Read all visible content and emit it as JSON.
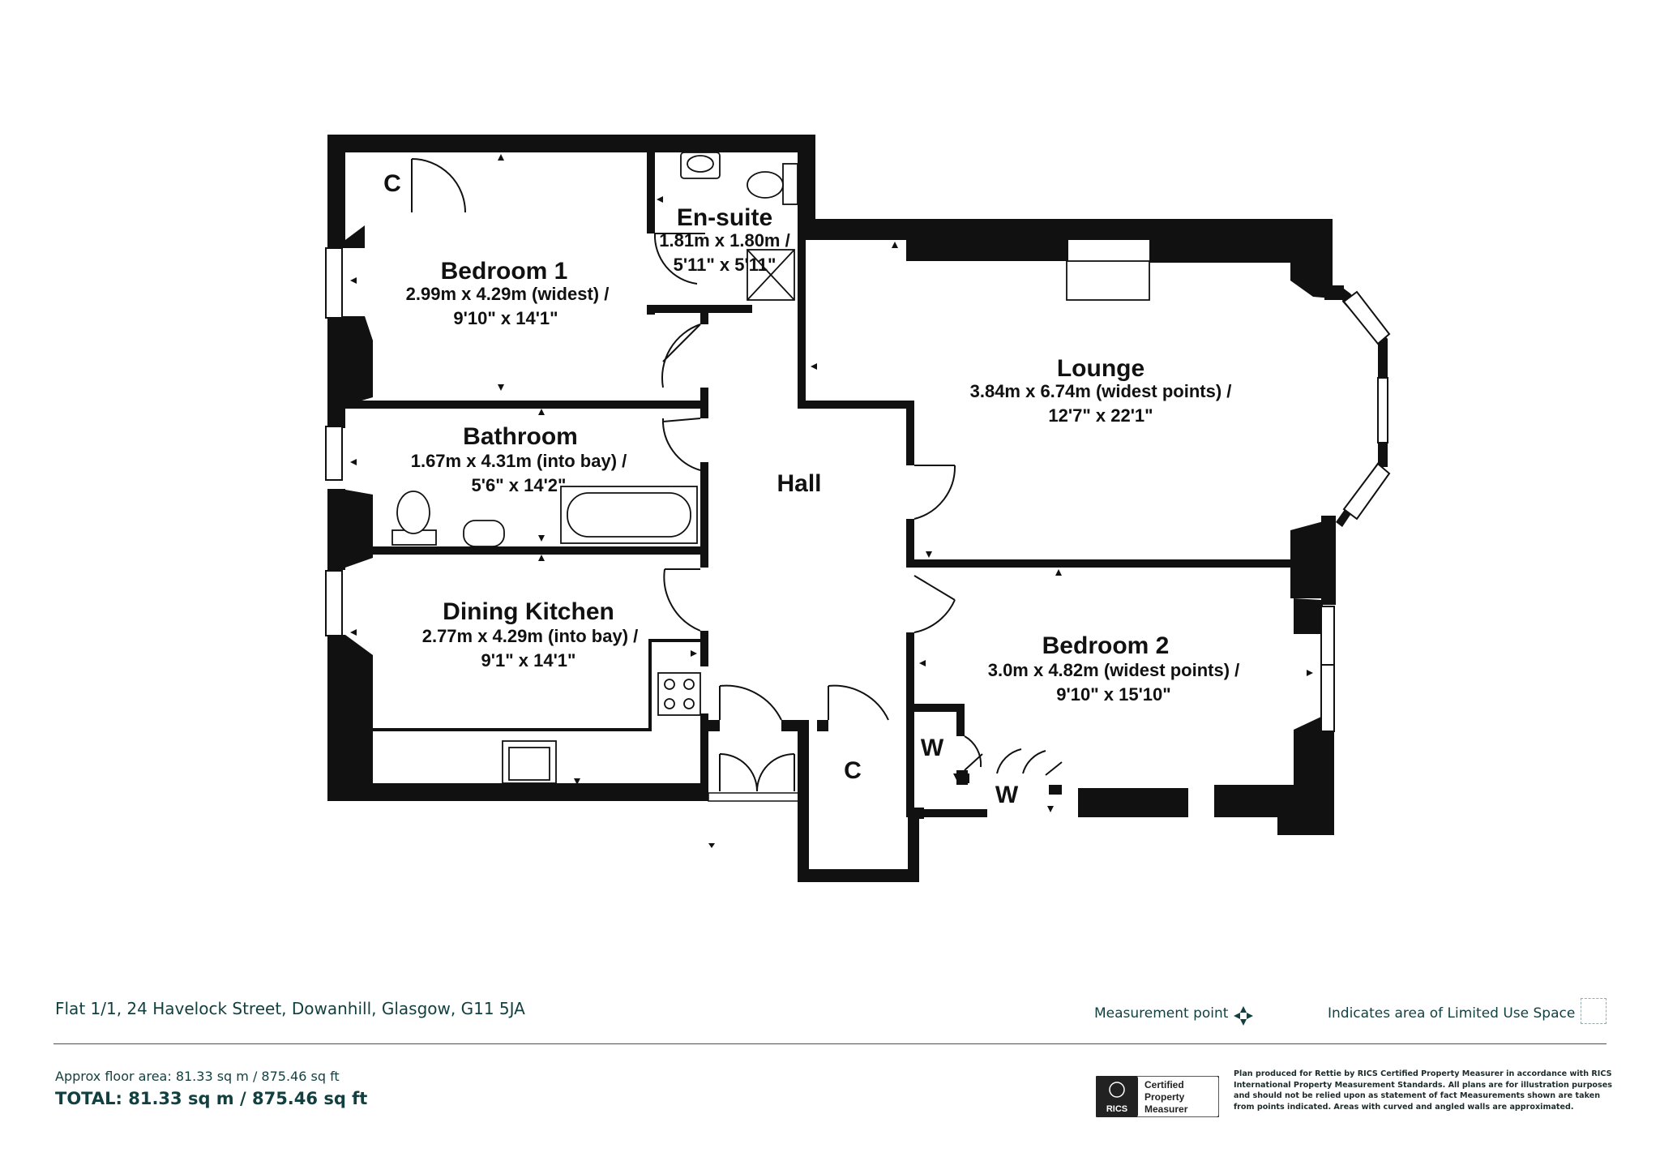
{
  "rooms": {
    "bedroom1": {
      "name": "Bedroom 1",
      "dim_metric": "2.99m x 4.29m (widest) /",
      "dim_imperial": "9'10\" x 14'1\""
    },
    "ensuite": {
      "name": "En-suite",
      "dim_metric": "1.81m x 1.80m /",
      "dim_imperial": "5'11\" x 5'11\""
    },
    "lounge": {
      "name": "Lounge",
      "dim_metric": "3.84m x 6.74m (widest points) /",
      "dim_imperial": "12'7\" x 22'1\""
    },
    "bathroom": {
      "name": "Bathroom",
      "dim_metric": "1.67m x 4.31m (into bay) /",
      "dim_imperial": "5'6\" x 14'2\""
    },
    "hall": {
      "name": "Hall"
    },
    "dining_kitchen": {
      "name": "Dining Kitchen",
      "dim_metric": "2.77m x 4.29m (into bay) /",
      "dim_imperial": "9'1\" x 14'1\""
    },
    "bedroom2": {
      "name": "Bedroom 2",
      "dim_metric": "3.0m x 4.82m (widest points) /",
      "dim_imperial": "9'10\" x 15'10\""
    }
  },
  "cupboards": {
    "bedroom1_cupboard": "C",
    "hall_cupboard": "C",
    "wardrobe_1": "W",
    "wardrobe_2": "W"
  },
  "footer": {
    "address": "Flat 1/1, 24 Havelock Street, Dowanhill, Glasgow, G11 5JA",
    "approx_area": "Approx floor area: 81.33 sq m / 875.46 sq ft",
    "total_area": "TOTAL: 81.33 sq m / 875.46 sq ft",
    "measurement_point_label": "Measurement point",
    "limited_use_label": "Indicates area of  Limited Use Space",
    "disclaimer": "Plan produced for Rettie by RICS Certified Property Measurer in accordance with RICS International Property  Measurement Standards.  All plans are for illustration purposes and should not be relied upon as statement of fact Measurements shown are taken from points indicated. Areas with curved and angled walls are approximated."
  },
  "badge": {
    "logo_text": "RICS",
    "line1": "Certified",
    "line2": "Property",
    "line3": "Measurer"
  },
  "colors": {
    "wall": "#111111",
    "footer_text": "#123f3f",
    "rule": "#2e5c5c"
  },
  "icons": {
    "measurement_point": "four-arrows-icon",
    "limited_use": "dashed-square-icon"
  }
}
